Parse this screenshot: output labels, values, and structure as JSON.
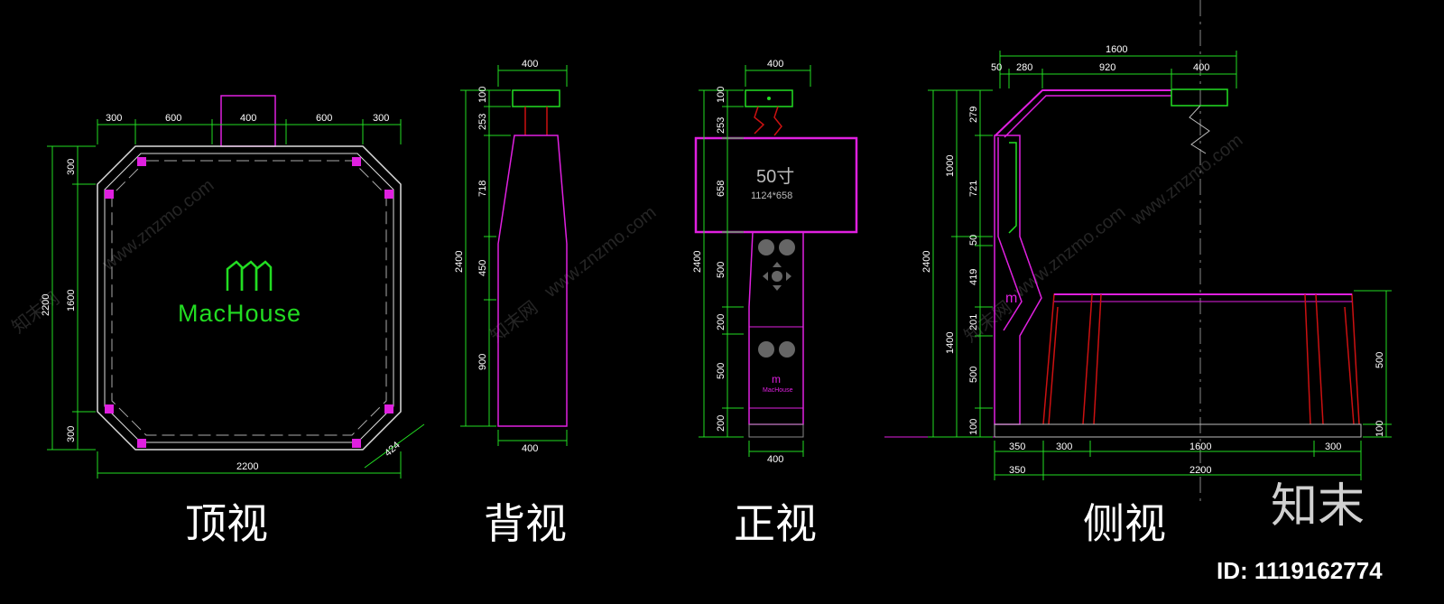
{
  "views": {
    "top": {
      "caption": "顶视",
      "logo_text": "MacHouse",
      "dims_top": [
        "300",
        "600",
        "400",
        "600",
        "300"
      ],
      "dims_left": [
        "300",
        "1600",
        "300"
      ],
      "dim_overall_left": "2200",
      "dim_bottom": "2200",
      "dim_diag": "424"
    },
    "back": {
      "caption": "背视",
      "dim_top": "400",
      "dim_bottom": "400",
      "dims_right": [
        "100",
        "253",
        "718",
        "450",
        "900"
      ],
      "dim_overall": "2400"
    },
    "front": {
      "caption": "正视",
      "dim_top": "400",
      "dim_bottom": "400",
      "screen_label": "50寸",
      "screen_size": "1124*658",
      "logo_text": "MacHouse",
      "dims_right": [
        "100",
        "253",
        "658",
        "500",
        "200",
        "500",
        "200"
      ],
      "dim_overall": "2400"
    },
    "side": {
      "caption": "侧视",
      "dim_top_overall": "1600",
      "dims_top": [
        "50",
        "280",
        "920",
        "400"
      ],
      "dims_left": [
        "279",
        "721",
        "50",
        "419",
        "201",
        "500",
        "100"
      ],
      "dims_left_outer": [
        "1000",
        "1400"
      ],
      "dim_overall": "2400",
      "dims_bottom": [
        "350",
        "300",
        "1600",
        "300"
      ],
      "dims_bottom2": [
        "350",
        "2200"
      ],
      "dims_right": [
        "500",
        "100"
      ]
    }
  },
  "watermark": {
    "text": "www.znzmo.com",
    "site": "知末网"
  },
  "brand": {
    "name": "知末",
    "id_label": "ID: 1119162774"
  },
  "colors": {
    "background": "#000000",
    "magenta": "#e020e0",
    "green": "#22dd22",
    "red": "#cc1111",
    "white": "#ffffff"
  }
}
